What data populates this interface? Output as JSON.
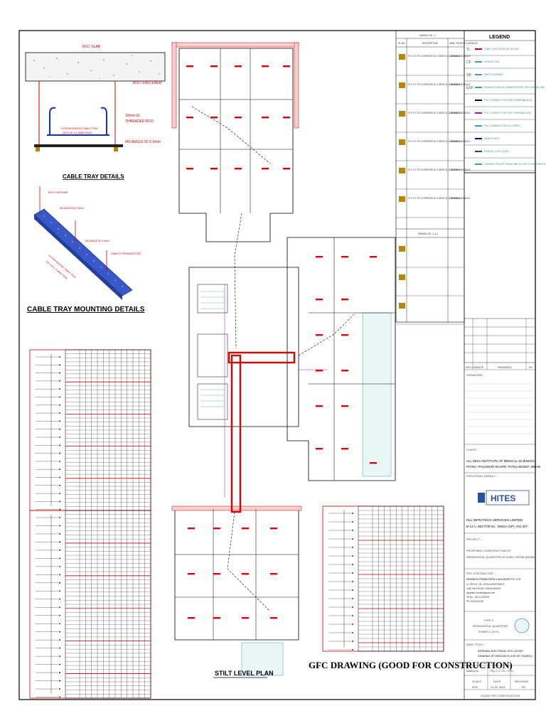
{
  "detail_rcc": {
    "rcc_slab": "RCC SLAB",
    "bolt_fastener": "BOLT FASTENER",
    "threaded_rod": "10mm GI",
    "threaded_rod_2": "THREADED ROD.",
    "gi_tray": "GI PERFORATED CABLE TRAY",
    "gi_tray_size": "225 X 50 X 1.5MM THICK.",
    "ms_angle": "MS ANGLE 50 X 5mm"
  },
  "cable_tray_details_title": "CABLE TRAY DETAILS",
  "mounting_labels": {
    "bolt_fastener": "BOLT FASTENER",
    "ms_angle_1": "MS ANGLE 50 X 5mm",
    "ms_angle_2": "MS ANGLE 50 X 5mm",
    "threaded_rod": "10MM GI THREADED ROD",
    "tray": "GI PERFORATED CABLE TRAY",
    "tray_2": "225 X 50 X 1.5MM THICK"
  },
  "cable_tray_mounting_title": "CABLE TRAY MOUNTING DETAILS",
  "plan_title": "STILT LEVEL PLAN",
  "gfc_stamp": "GFC DRAWING (GOOD FOR CONSTRUCTION)",
  "legend": {
    "title": "LEGEND",
    "items": [
      {
        "code": "TL",
        "text": "TUBE LIGHT(18 W) @ CEILING",
        "color": "#c00000"
      },
      {
        "code": "CF",
        "text": "CEILING FAN",
        "color": "#3aa0a0"
      },
      {
        "code": "SB",
        "text": "SWITCH BOARD",
        "color": "#3aa0a0"
      },
      {
        "code": "EXF",
        "text": "EXHAUST FAN @ 2200MM HEIGHT AFFL 300-450 MM",
        "color": "#3aa0a0"
      },
      {
        "code": "",
        "text": "PVC CONDUIT FOR RAW POWER(BLACK)",
        "color": "#000000"
      },
      {
        "code": "",
        "text": "PVC CONDUIT FOR UPS POWER(BLACK)",
        "color": "#c000c0"
      },
      {
        "code": "",
        "text": "PVC CONDUIT FOR ELV (GREY)",
        "color": "#3aa0a0"
      },
      {
        "code": "",
        "text": "HEIGHT AFFL",
        "color": "#0000c0"
      },
      {
        "code": "",
        "text": "CEILING LIGHT (12W)",
        "color": "#3a3a80"
      },
      {
        "code": "",
        "text": "CONDUIT ROUTE FROM ONE FLOOR TO ANOTHER FLOOR",
        "color": "#3aa0a0"
      }
    ]
  },
  "panel_table": {
    "title": "PANNEL DB - 1",
    "title_2": "PANNEL DB - 2 & 3",
    "headers": [
      "SL.NO.",
      "DESCRIPTION",
      "SWB. FROM FL & MODULE"
    ],
    "rows": [
      {
        "desc": "*9 X 1*2 TO 3 OPERATE AT 1SWITCH (1 MODULE)",
        "mod": "1200MM 6 MODULE"
      },
      {
        "desc": "*9 X 1*2 TO 3 OPERATE AT 1SWITCH (1 MODULE)",
        "mod": "1200MM 6 MODULE"
      },
      {
        "desc": "*9 X 1*2 TO 3 OPERATE AT 1SWITCH (1 MODULE)",
        "mod": "1200MM 6 MODULE"
      },
      {
        "desc": "*9 X 1*2 TO 3 OPERATE AT 1SWITCH (1 MODULE)",
        "mod": "1200MM 6 MODULE"
      },
      {
        "desc": "*9 X 1*2 TO 3 OPERATE AT 1SWITCH (1 MODULE)",
        "mod": "1200MM 6 MODULE"
      },
      {
        "desc": "*9 X 1*2 TO 3 OPERATE AT 1SWITCH (1 MODULE)",
        "mod": "1200MM 6 MODULE"
      }
    ]
  },
  "title_block": {
    "rev_headers": [
      "REV. NO.",
      "DATE",
      "REMARKS",
      "BY"
    ],
    "signature": "SIGNATURE :",
    "client_label": "CLIENT :-",
    "client_line1": "ALL INDIA INSTITUTE OF MEDICAL SCIENCES,",
    "client_line2": "PATNA: PHULWARI SHARIF, PATNA-801507, BIHAR.",
    "exec_agency": "EXECUTING AGENCY :-",
    "hites": "HITES",
    "hll_line1": "HLL INFRATECH SERVICES LIMITED",
    "hll_line2": "B-14 A, SECTOR 62 , NOIDA (UP) -201 307",
    "project_label": "PROJECT :-",
    "project_line1": "PROPOSED CONSTRUCTION OF",
    "project_line2": "RESIDENTIAL QUARTERS AT AIIMS, PATNA (BIHAR)",
    "epc_label": "EPC CONTRACTOR :-",
    "epc_name": "DIPANSHU PROMOTERS & BUILDERS PVT. LTD.",
    "epc_line1": "H. OFFICE: 2B, NITIKA APARTMENT",
    "epc_line2": "LAW YAHI ROAD, PATNA-800001",
    "epc_line3": "dipanshu.constr@gmail.com",
    "epc_line4": "Tel No.: 0612-2219075",
    "epc_line5": "PH: 9431221078",
    "type_line1": "TYPE V",
    "type_line2": "RESIDENTIAL QUARTERS",
    "type_line3": "TOWER-2 (G+9)",
    "dwg_title_label": "DWG. TITLE :-",
    "dwg_title_line1": "INTERNAL ELECTRICAL GFC LAYOUT",
    "dwg_title_line2": "DRAWING OF GROUND FLOOR OF TOWER-2",
    "drawing_no_label": "Drawing No.",
    "drawing_no": "RQ-T-2 / EL / 1.01",
    "scale_label": "SCALE",
    "scale": "NTS",
    "date_label": "DATE",
    "date": "12-02-2024",
    "revision_label": "REVISION",
    "revision": "R0",
    "footer": "GOOD FOR CONSTRUCTION"
  }
}
